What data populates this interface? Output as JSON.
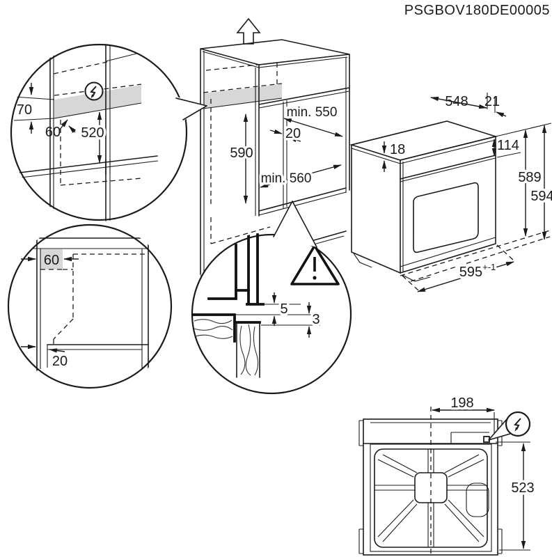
{
  "title": "PSGBOV180DE00005",
  "colors": {
    "line": "#1b1b1b",
    "shade": "#d7d7d7"
  },
  "labels": {
    "top_left_detail": {
      "h70": "70",
      "d60": "60",
      "h520": "520"
    },
    "cabinet": {
      "min550": "min. 550",
      "gap20": "20",
      "h590": "590",
      "min560": "min. 560"
    },
    "oven": {
      "d548": "548",
      "o21": "21",
      "t18": "18",
      "p114": "114",
      "h589": "589",
      "h594": "594",
      "w595": "595",
      "tol": "+-1"
    },
    "corner_detail": {
      "d60": "60",
      "g20": "20"
    },
    "gap_detail": {
      "g5": "5",
      "g3": "3"
    },
    "back_view": {
      "w198": "198",
      "h523": "523"
    }
  },
  "icons": {
    "electrical": "lightning-bolt-in-circle",
    "warning": "exclamation-triangle",
    "direction": "up-arrow"
  }
}
